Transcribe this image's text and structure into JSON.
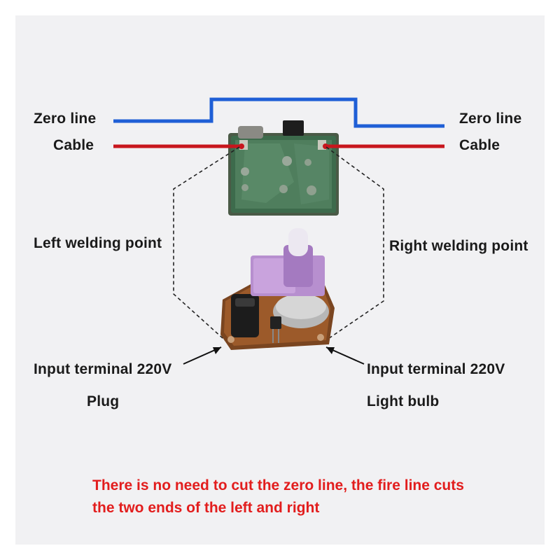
{
  "labels": {
    "zero_line_left": "Zero line",
    "zero_line_right": "Zero line",
    "cable_left": "Cable",
    "cable_right": "Cable",
    "left_welding_point": "Left welding point",
    "right_welding_point": "Right welding point",
    "input_terminal_left": "Input terminal 220V",
    "input_terminal_right": "Input terminal 220V",
    "plug": "Plug",
    "light_bulb": "Light bulb"
  },
  "note": {
    "line1": "There is no need to cut the zero line, the fire line cuts",
    "line2": "the two ends of the left and right"
  },
  "colors": {
    "zero_line": "#1f5fd6",
    "cable": "#c8161d",
    "note_text": "#e21d1d",
    "pcb_green": "#3d6b4c",
    "pcb_brown": "#9c5a2a",
    "knob_purple": "#b78fcf"
  }
}
